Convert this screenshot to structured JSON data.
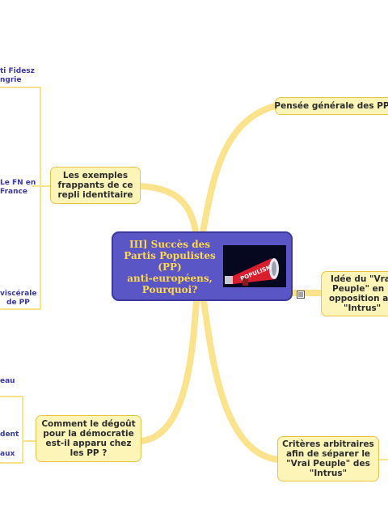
{
  "central": {
    "lines": [
      "III] Succès des",
      "Partis Populistes",
      "(PP)",
      "anti-européens,",
      "Pourquoi?"
    ],
    "image_text": "POPULISM"
  },
  "nodes": {
    "pensee": {
      "lines": [
        "Pensée générale des PP"
      ]
    },
    "idee": {
      "lines": [
        "Idée du \"Vrai",
        "Peuple\" en",
        "opposition aux",
        "\"Intrus\""
      ]
    },
    "criteres": {
      "lines": [
        "Critères arbitraires",
        "afin de séparer le",
        "\"Vrai Peuple\" des",
        "\"Intrus\""
      ]
    },
    "exemples": {
      "lines": [
        "Les exemples",
        "frappants de ce",
        "repli identitaire"
      ]
    },
    "degout": {
      "lines": [
        "Comment le dégoût",
        "pour la démocratie",
        "est-il apparu chez",
        "les PP ?"
      ]
    }
  },
  "leaves": {
    "fidesz": {
      "lines": [
        "ti Fidesz",
        "ngrie"
      ]
    },
    "fn": {
      "lines": [
        "Le FN en",
        "France"
      ]
    },
    "viscerale": {
      "lines": [
        "viscérale",
        "de PP"
      ]
    },
    "eau": {
      "lines": [
        "eau"
      ]
    },
    "dent": {
      "lines": [
        "dent"
      ]
    },
    "aux": {
      "lines": [
        "aux"
      ]
    }
  },
  "colors": {
    "branch": "#fbe38d",
    "node_fill": "#fdf5b8",
    "node_border": "#e9c44a",
    "central_fill": "#5b56c5",
    "central_text": "#ffd84a",
    "leaf_text": "#3a38a8"
  }
}
